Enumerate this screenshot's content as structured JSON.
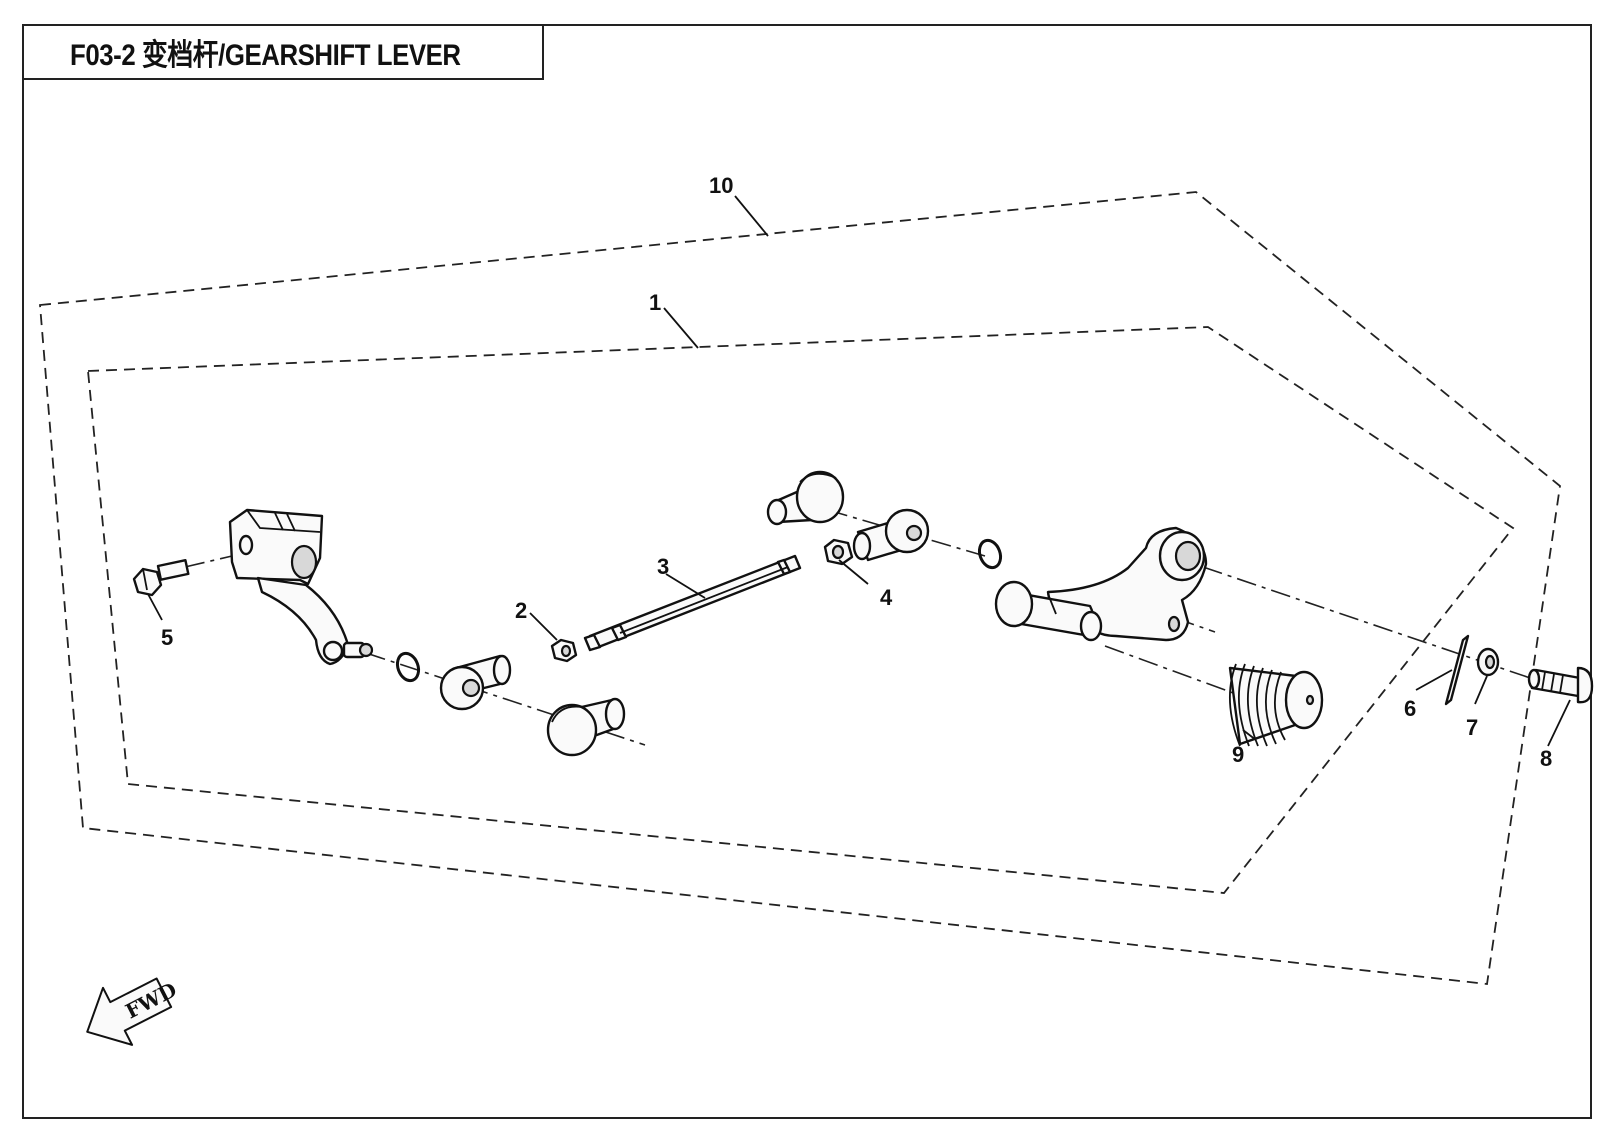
{
  "title": "F03-2 变档杆/GEARSHIFT LEVER",
  "fwd_label": "FWD",
  "callouts": {
    "c1": "1",
    "c2": "2",
    "c3": "3",
    "c4": "4",
    "c5": "5",
    "c6": "6",
    "c7": "7",
    "c8": "8",
    "c9": "9",
    "c10": "10"
  }
}
